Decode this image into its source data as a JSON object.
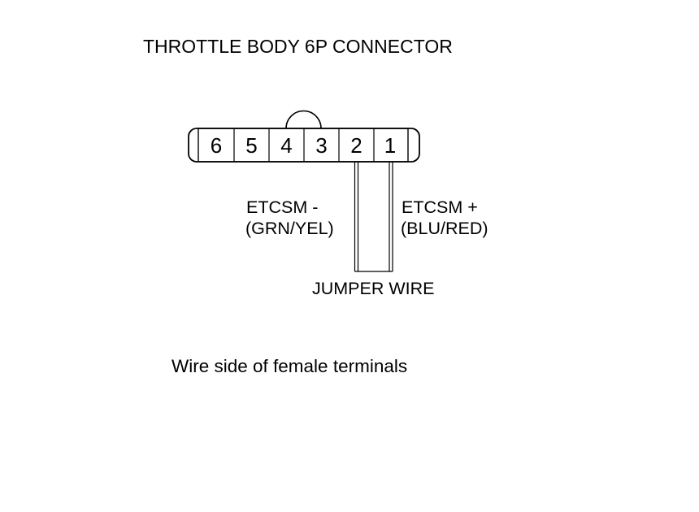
{
  "title": "THROTTLE BODY 6P CONNECTOR",
  "connector": {
    "pins": [
      "6",
      "5",
      "4",
      "3",
      "2",
      "1"
    ]
  },
  "labels": {
    "etcsm_minus": "ETCSM -",
    "etcsm_minus_color": "(GRN/YEL)",
    "etcsm_plus": "ETCSM +",
    "etcsm_plus_color": "(BLU/RED)",
    "jumper": "JUMPER WIRE"
  },
  "footer": "Wire side of female terminals"
}
